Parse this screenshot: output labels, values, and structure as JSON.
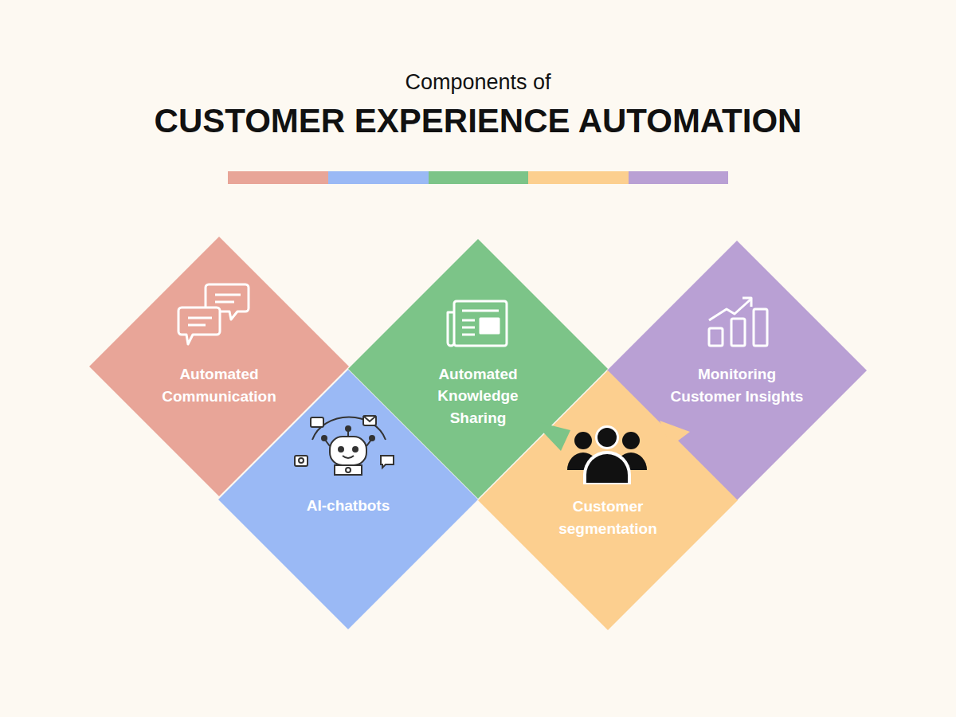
{
  "diagram": {
    "title": "CUSTOMER EXPERIENCE AUTOMATION",
    "nodes": [
      {
        "text": [
          "Automated Communication"
        ]
      },
      {
        "text": [
          "Automated Knowledge Sharing"
        ]
      },
      {
        "text": [
          "Monitoring Customer Insights"
        ]
      },
      {
        "text": [
          "AI-chatbots"
        ]
      },
      {
        "text": [
          "Customer segmentation"
        ]
      }
    ],
    "labels": [
      "Components of"
    ]
  }
}
